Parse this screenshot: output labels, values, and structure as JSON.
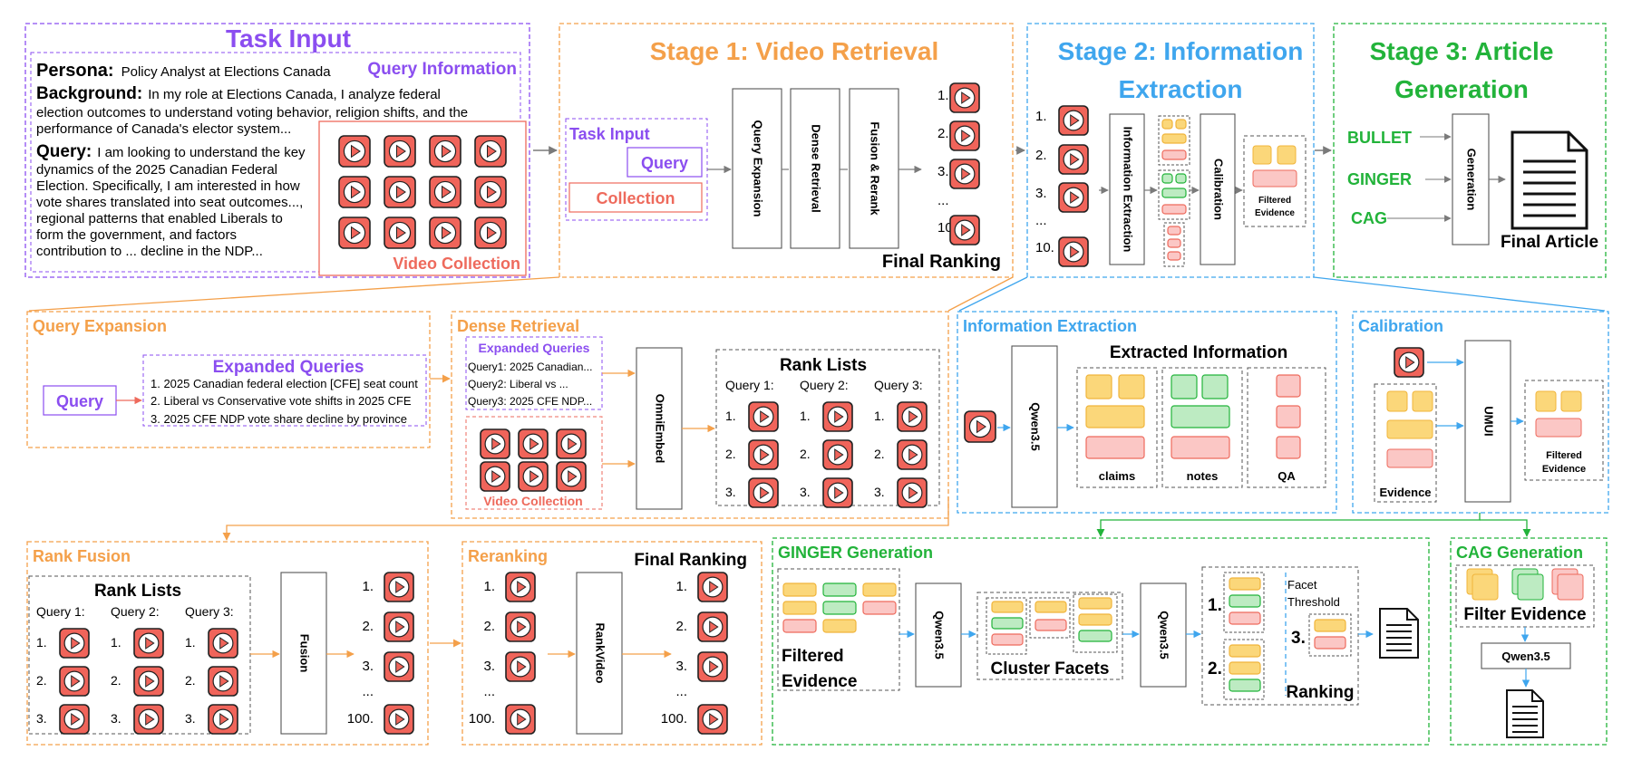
{
  "colors": {
    "purple": "#8b4ef0",
    "orange": "#f4a04a",
    "blue": "#3fa6ee",
    "green": "#22b33a",
    "red_box": "#ee6a5c",
    "video_fill": "#f0645a",
    "yellow_fill": "#fbd77a",
    "green_fill": "#bdebc2",
    "pink_fill": "#fbc7c5"
  },
  "task_input": {
    "title": "Task Input",
    "query_info_label": "Query Information",
    "persona_label": "Persona:",
    "persona_text": "Policy Analyst at Elections Canada",
    "background_label": "Background:",
    "background_lines": [
      "In my role at Elections Canada, I analyze federal",
      "election outcomes to understand voting behavior, religion shifts, and the",
      "performance of  Canada's elector system..."
    ],
    "query_label": "Query:",
    "query_lines": [
      "I am looking to understand the key",
      "dynamics of the 2025 Canadian Federal",
      "Election. Specifically, I am interested in how",
      "vote shares translated into seat outcomes...,",
      "regional patterns that enabled Liberals to",
      "form the government, and factors",
      "contribution to ... decline in the NDP..."
    ],
    "video_collection_label": "Video Collection"
  },
  "stage1": {
    "title": "Stage 1: Video Retrieval",
    "task_input_label": "Task Input",
    "query_label": "Query",
    "collection_label": "Collection",
    "boxes": [
      "Query Expansion",
      "Dense Retrieval",
      "Fusion & Rerank"
    ],
    "ranks": [
      "1.",
      "2.",
      "3.",
      "...",
      "100."
    ],
    "final_ranking": "Final Ranking"
  },
  "stage2": {
    "title_line1": "Stage 2: Information",
    "title_line2": "Extraction",
    "ranks": [
      "1.",
      "2.",
      "3.",
      "...",
      "10."
    ],
    "info_box": "Information Extraction",
    "calib_box": "Calibration",
    "filtered_line1": "Filtered",
    "filtered_line2": "Evidence"
  },
  "stage3": {
    "title_line1": "Stage 3: Article",
    "title_line2": "Generation",
    "methods": [
      "BULLET",
      "GINGER",
      "CAG"
    ],
    "gen_box": "Generation",
    "final_article": "Final Article"
  },
  "query_expansion": {
    "title": "Query Expansion",
    "query_label": "Query",
    "expanded_title": "Expanded Queries",
    "items": [
      "1. 2025 Canadian federal election [CFE] seat count",
      "2. Liberal vs Conservative vote shifts in 2025 CFE",
      "3. 2025 CFE NDP vote share decline by province"
    ]
  },
  "dense_retrieval": {
    "title": "Dense Retrieval",
    "expanded_title": "Expanded Queries",
    "queries": [
      "Query1: 2025 Canadian...",
      "Query2: Liberal vs ...",
      "Query3: 2025 CFE NDP..."
    ],
    "video_collection_label": "Video Collection",
    "model": "OmniEmbed",
    "rank_lists_title": "Rank Lists",
    "query_headers": [
      "Query 1:",
      "Query 2:",
      "Query 3:"
    ],
    "ranks": [
      "1.",
      "2.",
      "3."
    ]
  },
  "info_extraction": {
    "title": "Information Extraction",
    "model": "Qwen3.5",
    "extracted_title": "Extracted Information",
    "categories": [
      "claims",
      "notes",
      "QA"
    ]
  },
  "calibration": {
    "title": "Calibration",
    "model": "UMUI",
    "evidence_label": "Evidence",
    "filtered_line1": "Filtered",
    "filtered_line2": "Evidence"
  },
  "rank_fusion": {
    "title": "Rank Fusion",
    "rank_lists_title": "Rank Lists",
    "query_headers": [
      "Query 1:",
      "Query 2:",
      "Query 3:"
    ],
    "ranks": [
      "1.",
      "2.",
      "3."
    ],
    "fusion_box": "Fusion",
    "out_ranks": [
      "1.",
      "2.",
      "3.",
      "...",
      "100."
    ]
  },
  "reranking": {
    "title": "Reranking",
    "final_ranking": "Final Ranking",
    "in_ranks": [
      "1.",
      "2.",
      "3.",
      "...",
      "100."
    ],
    "model": "RankVideo",
    "out_ranks": [
      "1.",
      "2.",
      "3.",
      "...",
      "100."
    ]
  },
  "ginger": {
    "title": "GINGER Generation",
    "filtered_line1": "Filtered",
    "filtered_line2": "Evidence",
    "model1": "Qwen3.5",
    "cluster_label": "Cluster Facets",
    "model2": "Qwen3.5",
    "rank_1": "1.",
    "rank_2": "2.",
    "rank_3": "3.",
    "facet_line1": "Facet",
    "facet_line2": "Threshold",
    "ranking_label": "Ranking"
  },
  "cag": {
    "title": "CAG Generation",
    "filter_label": "Filter Evidence",
    "model": "Qwen3.5"
  }
}
